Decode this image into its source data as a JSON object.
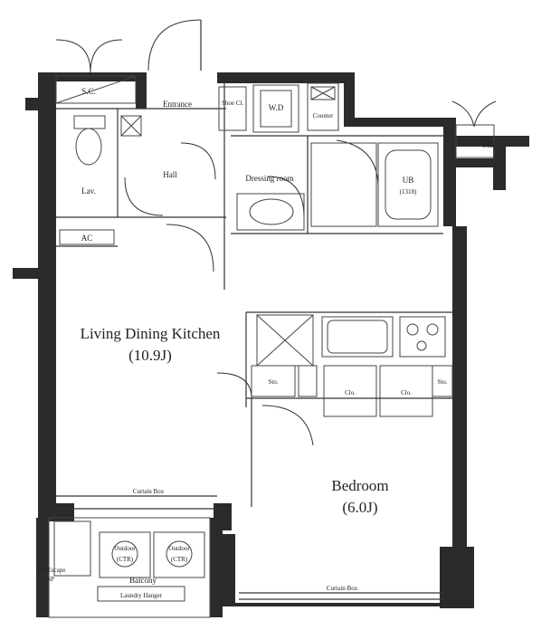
{
  "rooms": {
    "ldk": {
      "name": "Living Dining Kitchen",
      "size": "(10.9J)"
    },
    "bedroom": {
      "name": "Bedroom",
      "size": "(6.0J)"
    }
  },
  "labels": {
    "sc": "S.C.",
    "entrance": "Entrance",
    "shoe_cl": "Shoe Cl.",
    "wd": "W.D",
    "counter": "Counter",
    "hall": "Hall",
    "lav": "Lav.",
    "dressing": "Dressing room",
    "ub": "UB",
    "ub_size": "(1318)",
    "mb": "MB",
    "ac": "AC",
    "sto": "Sto.",
    "clo1": "Clo.",
    "clo2": "Clo.",
    "sto2": "Sto.",
    "curtain_ldk": "Curtain Box",
    "curtain_bed": "Curtain Box",
    "fire_escape": "Fire Escape",
    "fire_escape2": "SP",
    "balcony": "Balcony",
    "laundry": "Laundry Hanger",
    "outdoor1": "Outdoor",
    "outdoor1b": "(CTR)",
    "outdoor2": "Outdoor",
    "outdoor2b": "(CTR)"
  }
}
